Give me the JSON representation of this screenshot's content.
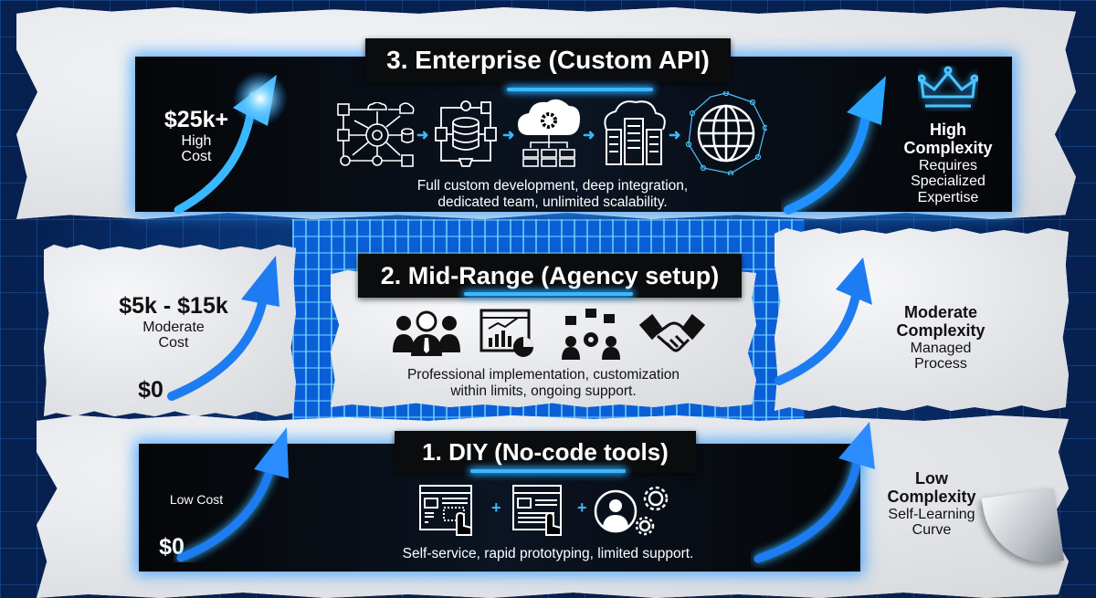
{
  "tiers": [
    {
      "id": "enterprise",
      "title": "3. Enterprise (Custom API)",
      "cost_value": "$25k+",
      "cost_label_line1": "High",
      "cost_label_line2": "Cost",
      "description_line1": "Full custom development, deep integration,",
      "description_line2": "dedicated team, unlimited scalability.",
      "complexity_line1": "High",
      "complexity_line2": "Complexity",
      "complexity_sub1": "Requires",
      "complexity_sub2": "Specialized",
      "complexity_sub3": "Expertise",
      "icons": [
        "network-diagram-icon",
        "database-icon",
        "cloud-gear-icon",
        "data-center-icon",
        "globe-icon",
        "crown-icon"
      ]
    },
    {
      "id": "mid-range",
      "title": "2. Mid-Range (Agency setup)",
      "cost_value": "$5k - $15k",
      "cost_label_line1": "Moderate",
      "cost_label_line2": "Cost",
      "cost_start": "$0",
      "description_line1": "Professional implementation, customization",
      "description_line2": "within limits, ongoing support.",
      "complexity_line1": "Moderate",
      "complexity_line2": "Complexity",
      "complexity_sub1": "Managed",
      "complexity_sub2": "Process",
      "icons": [
        "team-icon",
        "analytics-dashboard-icon",
        "collaboration-gear-icon",
        "handshake-icon"
      ]
    },
    {
      "id": "diy",
      "title": "1. DIY (No-code tools)",
      "cost_label": "Low Cost",
      "cost_start": "$0",
      "description": "Self-service, rapid prototyping, limited support.",
      "complexity_line1": "Low",
      "complexity_line2": "Complexity",
      "complexity_sub1": "Self-Learning",
      "complexity_sub2": "Curve",
      "icons": [
        "drag-drop-builder-icon",
        "plus-icon",
        "form-builder-icon",
        "plus-icon",
        "user-settings-icon"
      ]
    }
  ],
  "colors": {
    "accent_blue": "#2aa6ff",
    "arrow_blue": "#1e7cf2",
    "dark_panel": "#07090d",
    "paper": "#e9ebee",
    "background": "#0a2a5c"
  }
}
